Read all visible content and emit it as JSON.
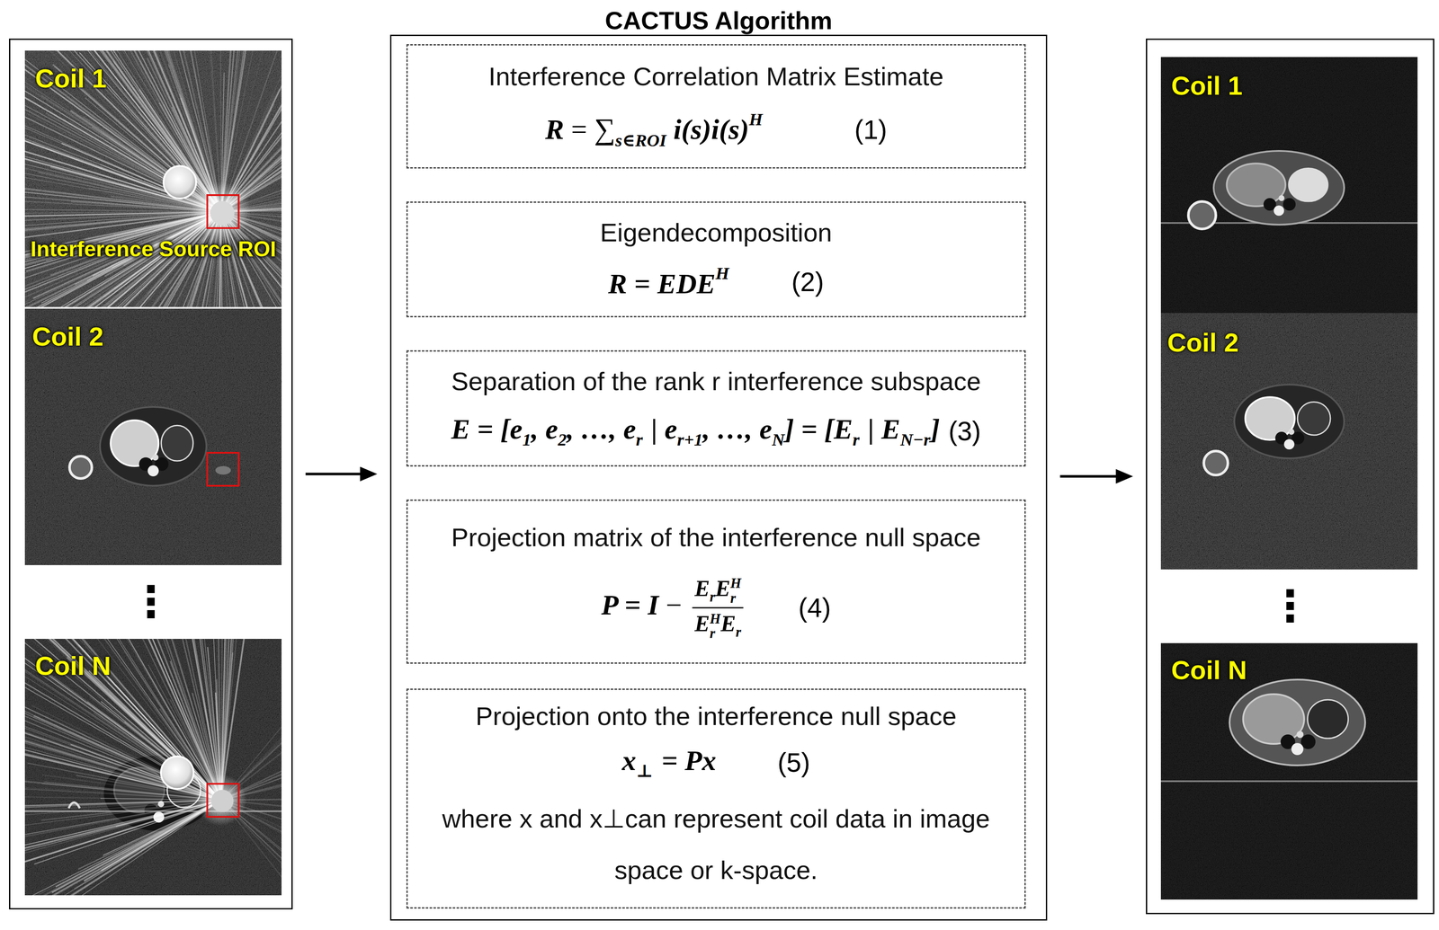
{
  "diagram": {
    "nodes": [
      {
        "text": [
          "⋮"
        ]
      },
      {
        "text": [
          "Coil 1",
          "Interference Source ROI"
        ],
        "in": 0
      },
      {
        "text": [
          "Coil 2"
        ],
        "in": 0
      },
      {
        "text": [
          "Coil N"
        ],
        "in": 0
      },
      {
        "text": [
          "CACTUS Algorithm"
        ]
      },
      {
        "text": [
          "Interference Correlation Matrix Estimate",
          "R",
          "=",
          "∑",
          "s∈ROI",
          "i(s)i(s)",
          "H",
          "(1)"
        ],
        "in": 4
      },
      {
        "text": [
          "Eigendecomposition",
          "R = EDE",
          "H",
          "(2)"
        ],
        "in": 4
      },
      {
        "text": [
          "Separation of the rank r interference subspace",
          "E = [e",
          "1",
          ", e",
          "2",
          ", …, e",
          "r",
          "| e",
          "r+1",
          ", …, e",
          "N",
          "] = [E",
          "r",
          "| E",
          "N−r",
          "]",
          "(3)"
        ],
        "in": 4
      },
      {
        "text": [
          "Projection matrix of the interference null space",
          "P = I",
          "−",
          "E",
          "r",
          "E",
          "H",
          "r",
          "E",
          "H",
          "r",
          "E",
          "r",
          "(4)"
        ],
        "in": 4
      },
      {
        "text": [
          "Projection onto the interference null space",
          "x",
          "⊥",
          "= Px",
          "(5)",
          "where x and x⊥can represent coil data in image space or k-space."
        ],
        "in": 4
      },
      {
        "text": [
          "⋮"
        ]
      },
      {
        "text": [
          "Coil 1"
        ],
        "in": 10
      },
      {
        "text": [
          "Coil 2"
        ],
        "in": 10
      },
      {
        "text": [
          "Coil N"
        ],
        "in": 10
      }
    ],
    "edges": [
      {
        "from": 0,
        "to": 4,
        "arrow": "to"
      },
      {
        "from": 4,
        "to": 10,
        "arrow": "to"
      }
    ]
  }
}
